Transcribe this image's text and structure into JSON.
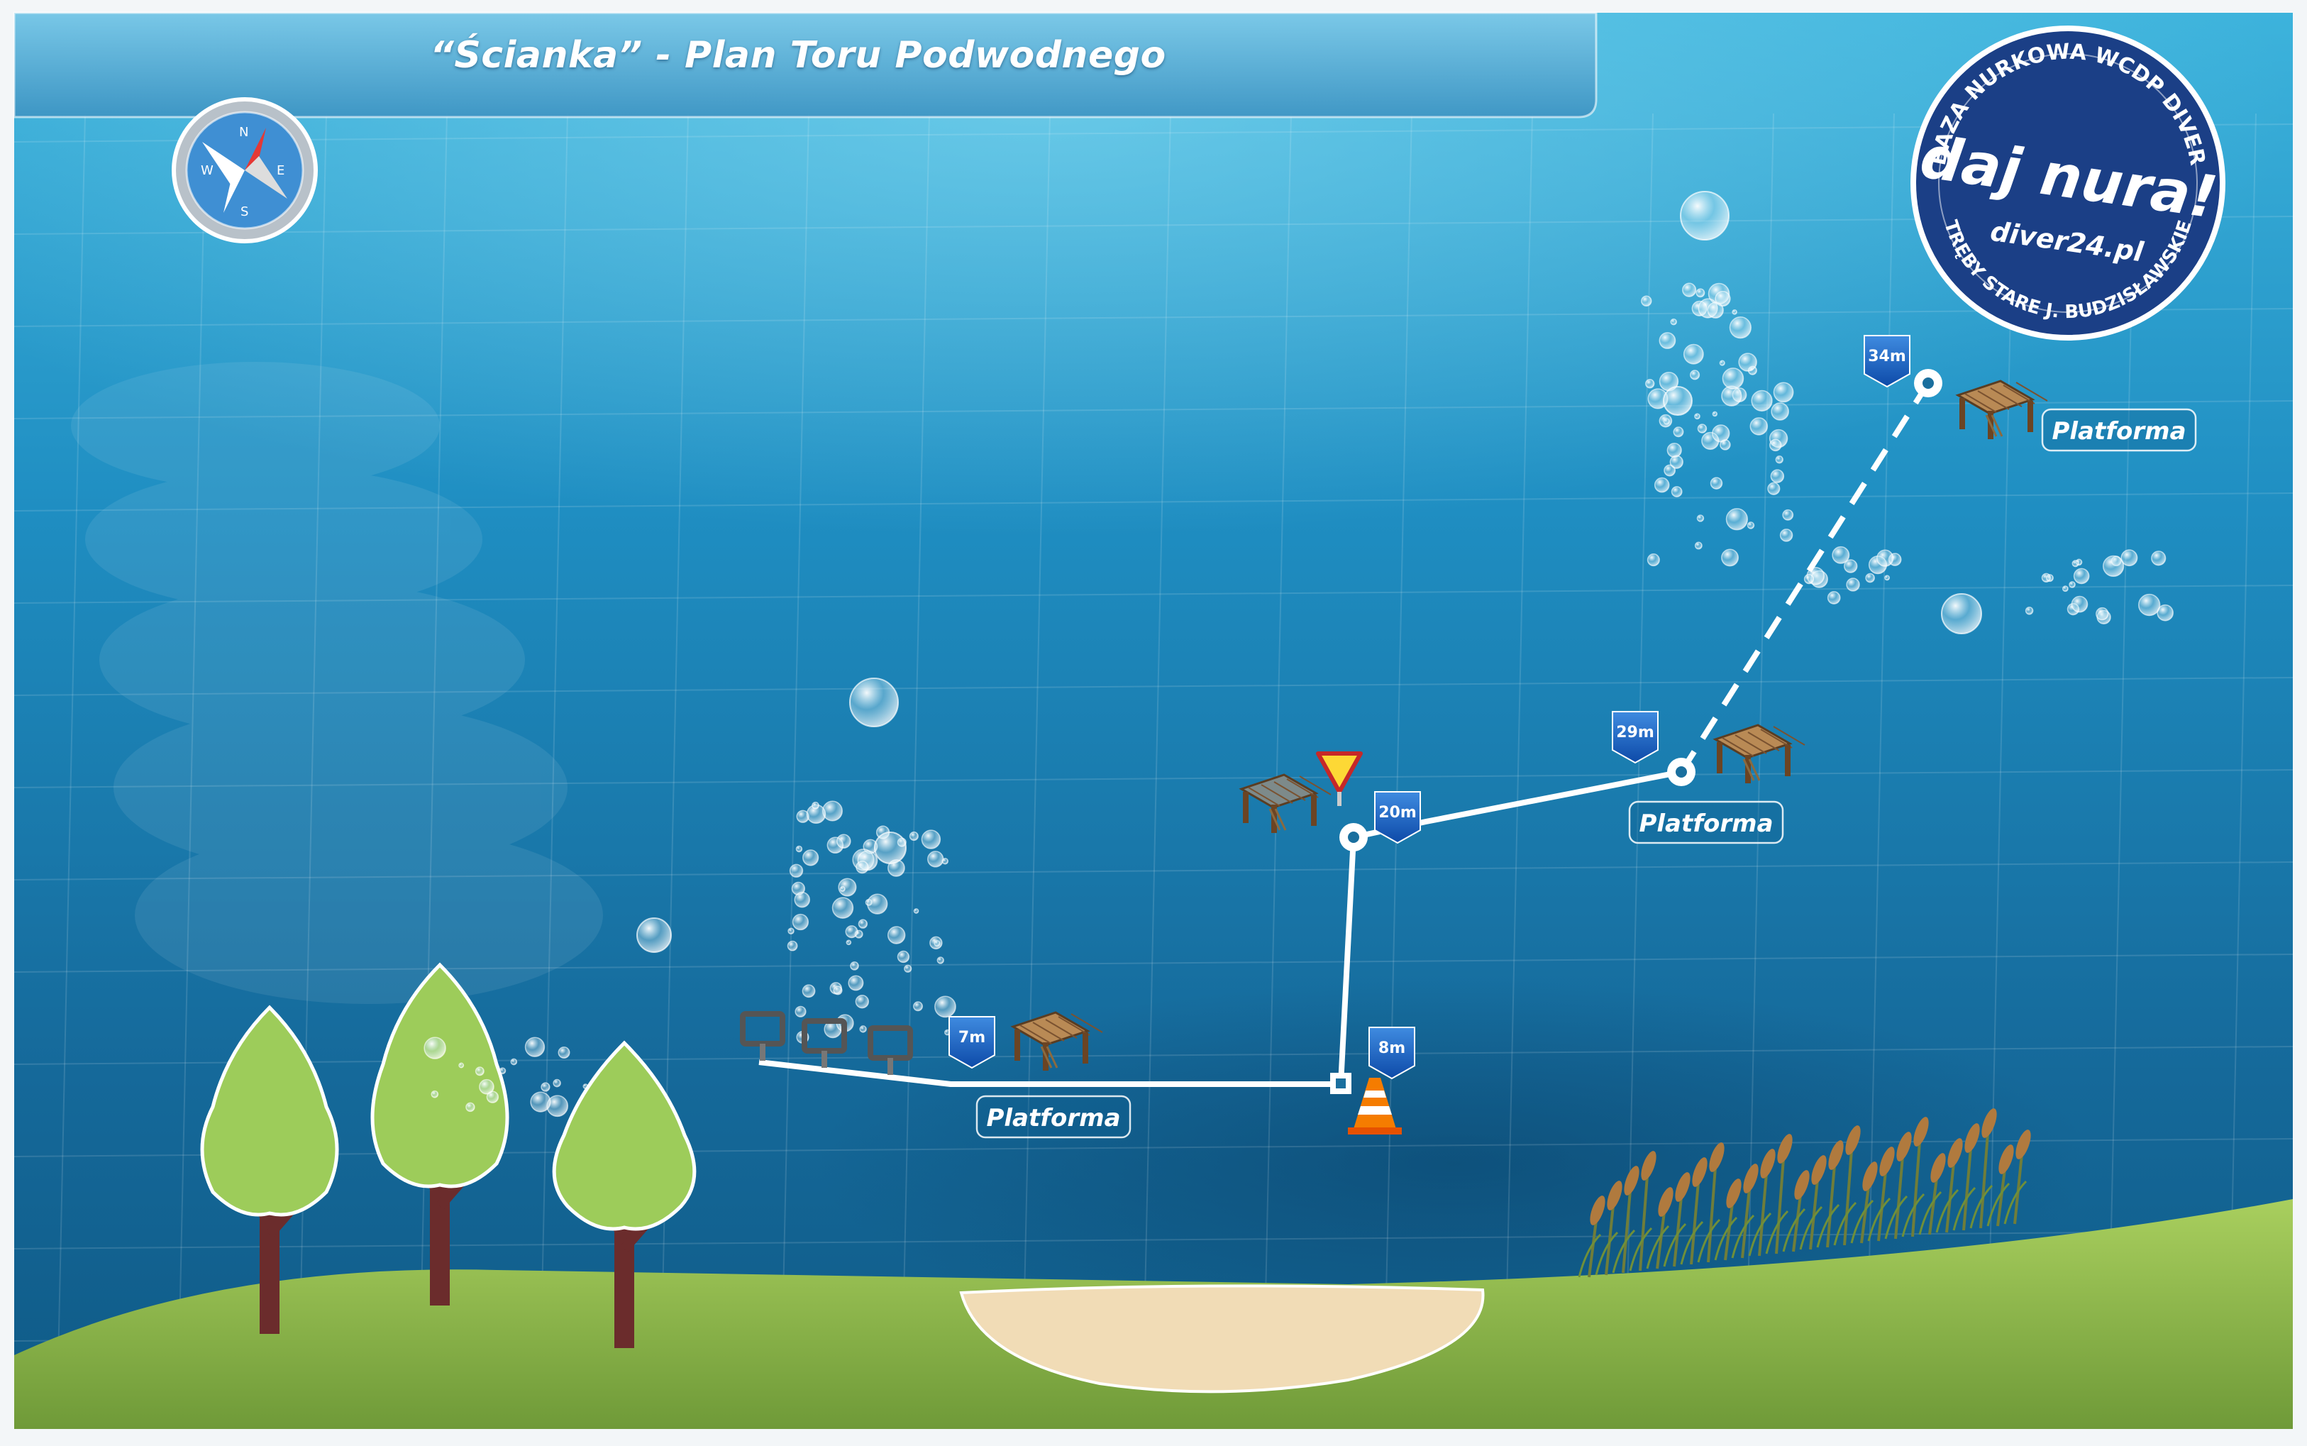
{
  "title": "“Ścianka” - Plan Toru Podwodnego",
  "compass": {
    "letters": [
      "N",
      "E",
      "S",
      "W"
    ]
  },
  "logo": {
    "top_arc": "BAZA NURKOWA WCDP DIVER",
    "bottom_arc": "TRĘBY STARE J. BUDZISŁAWSKIE",
    "main": "daj nura!",
    "url": "diver24.pl"
  },
  "depth_markers": [
    "7m",
    "8m",
    "20m",
    "29m",
    "34m"
  ],
  "platform_labels": [
    "Platforma",
    "Platforma",
    "Platforma"
  ],
  "colors": {
    "water": "#1c7fb0",
    "water_deep": "#0f5f8f",
    "grass": "#8cb84a",
    "sand": "#f1dcb6",
    "route": "#ffffff",
    "marker": "#1565c0",
    "logo": "#1b3f86"
  }
}
